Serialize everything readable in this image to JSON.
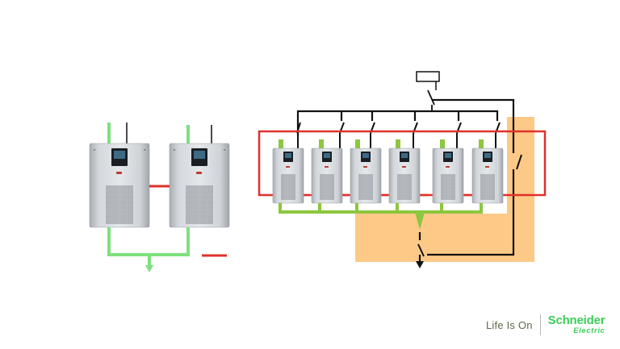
{
  "colors": {
    "green": "#8dc63f",
    "green_light": "#7ee07e",
    "red": "#e0312b",
    "black": "#111111",
    "orange_zone": "#fcc987",
    "brand_green": "#3dcd58"
  },
  "icons": [
    "ups-cabinet-icon",
    "switch-icon",
    "arrow-down-icon",
    "schneider-logo-icon"
  ],
  "left_diagram": {
    "ups_units": 2
  },
  "right_diagram": {
    "ups_units": 6
  },
  "brand": {
    "tagline": "Life Is On",
    "name_top": "Schneider",
    "name_bottom": "Electric"
  }
}
